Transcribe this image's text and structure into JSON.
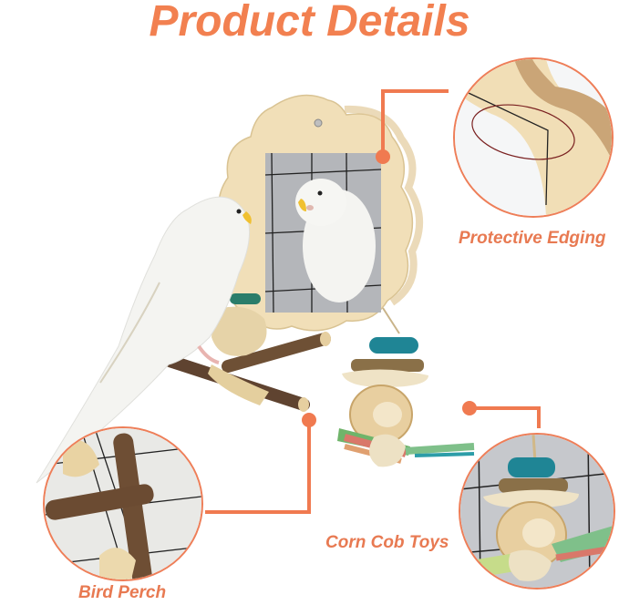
{
  "header": {
    "title": "Product Details"
  },
  "callouts": [
    {
      "id": "protective-edging",
      "label": "Protective Edging"
    },
    {
      "id": "bird-perch",
      "label": "Bird Perch"
    },
    {
      "id": "corn-cob-toys",
      "label": "Corn Cob Toys"
    }
  ],
  "colors": {
    "accent": "#f07a50",
    "title": "#f28050",
    "wood": "#f3e2bf",
    "mirror": "#b5b7bb",
    "bird": "#f5f5f2",
    "stick": "#7a5a3c",
    "teal": "#1f8595"
  }
}
